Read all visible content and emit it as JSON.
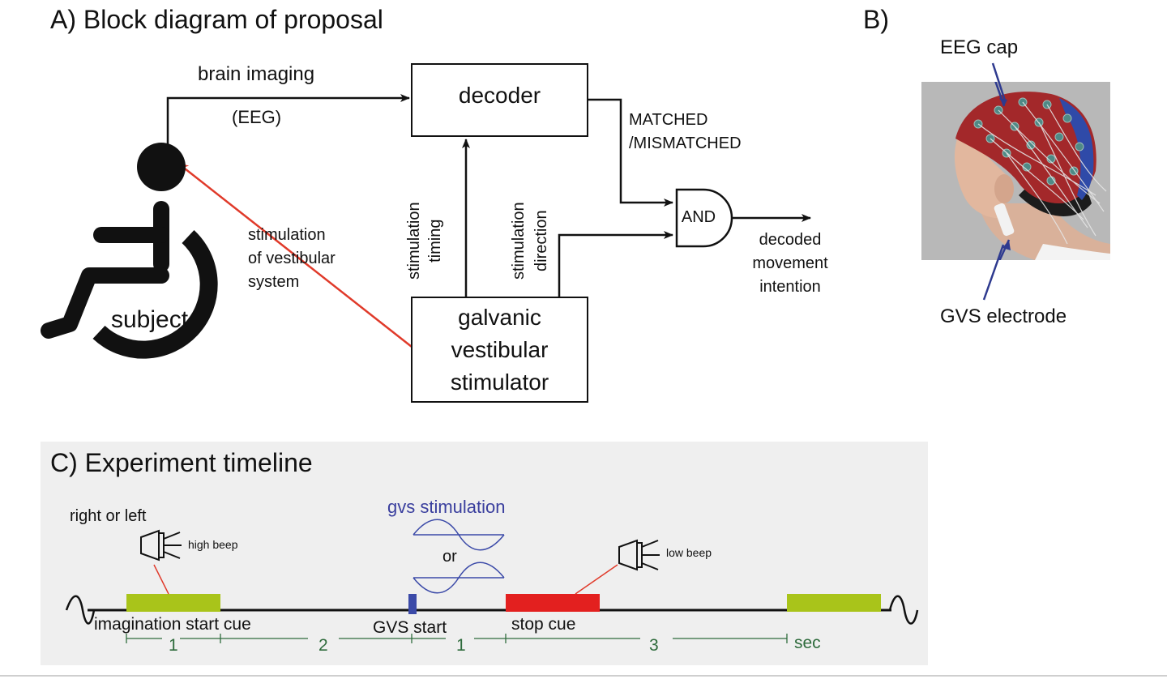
{
  "panel_a": {
    "title": "A) Block diagram of proposal",
    "decoder_label": "decoder",
    "brain_imaging_label": "brain imaging",
    "eeg_label": "(EEG)",
    "matched_line1": "MATCHED",
    "matched_line2": "/MISMATCHED",
    "and_label": "AND",
    "decoded_line1": "decoded",
    "decoded_line2": "movement",
    "decoded_line3": "intention",
    "stim_timing_line1": "stimulation",
    "stim_timing_line2": "timing",
    "stim_direction_line1": "stimulation",
    "stim_direction_line2": "direction",
    "vestibular_line1": "stimulation",
    "vestibular_line2": "of  vestibular",
    "vestibular_line3": "system",
    "gvs_line1": "galvanic",
    "gvs_line2": "vestibular",
    "gvs_line3": "stimulator",
    "subject_label": "subject"
  },
  "panel_b": {
    "title": "B)",
    "eeg_cap_label": "EEG cap",
    "gvs_electrode_label": "GVS electrode"
  },
  "panel_c": {
    "title": "C) Experiment timeline",
    "right_or_left": "right or left",
    "high_beep": "high beep",
    "gvs_stimulation": "gvs stimulation",
    "or_label": "or",
    "low_beep": "low beep",
    "imagination_start_cue": "imagination start cue",
    "gvs_start": "GVS start",
    "stop_cue": "stop cue",
    "durations": [
      "1",
      "2",
      "1",
      "3"
    ],
    "sec_label": "sec"
  },
  "colors": {
    "red_arrow": "#e03a2a",
    "blue_pointer": "#2e3a8f",
    "cue_green": "#a9c41a",
    "stop_red": "#e3201f",
    "gvs_blue": "#3b4aa8",
    "timeline_green": "#2e6b3c"
  }
}
